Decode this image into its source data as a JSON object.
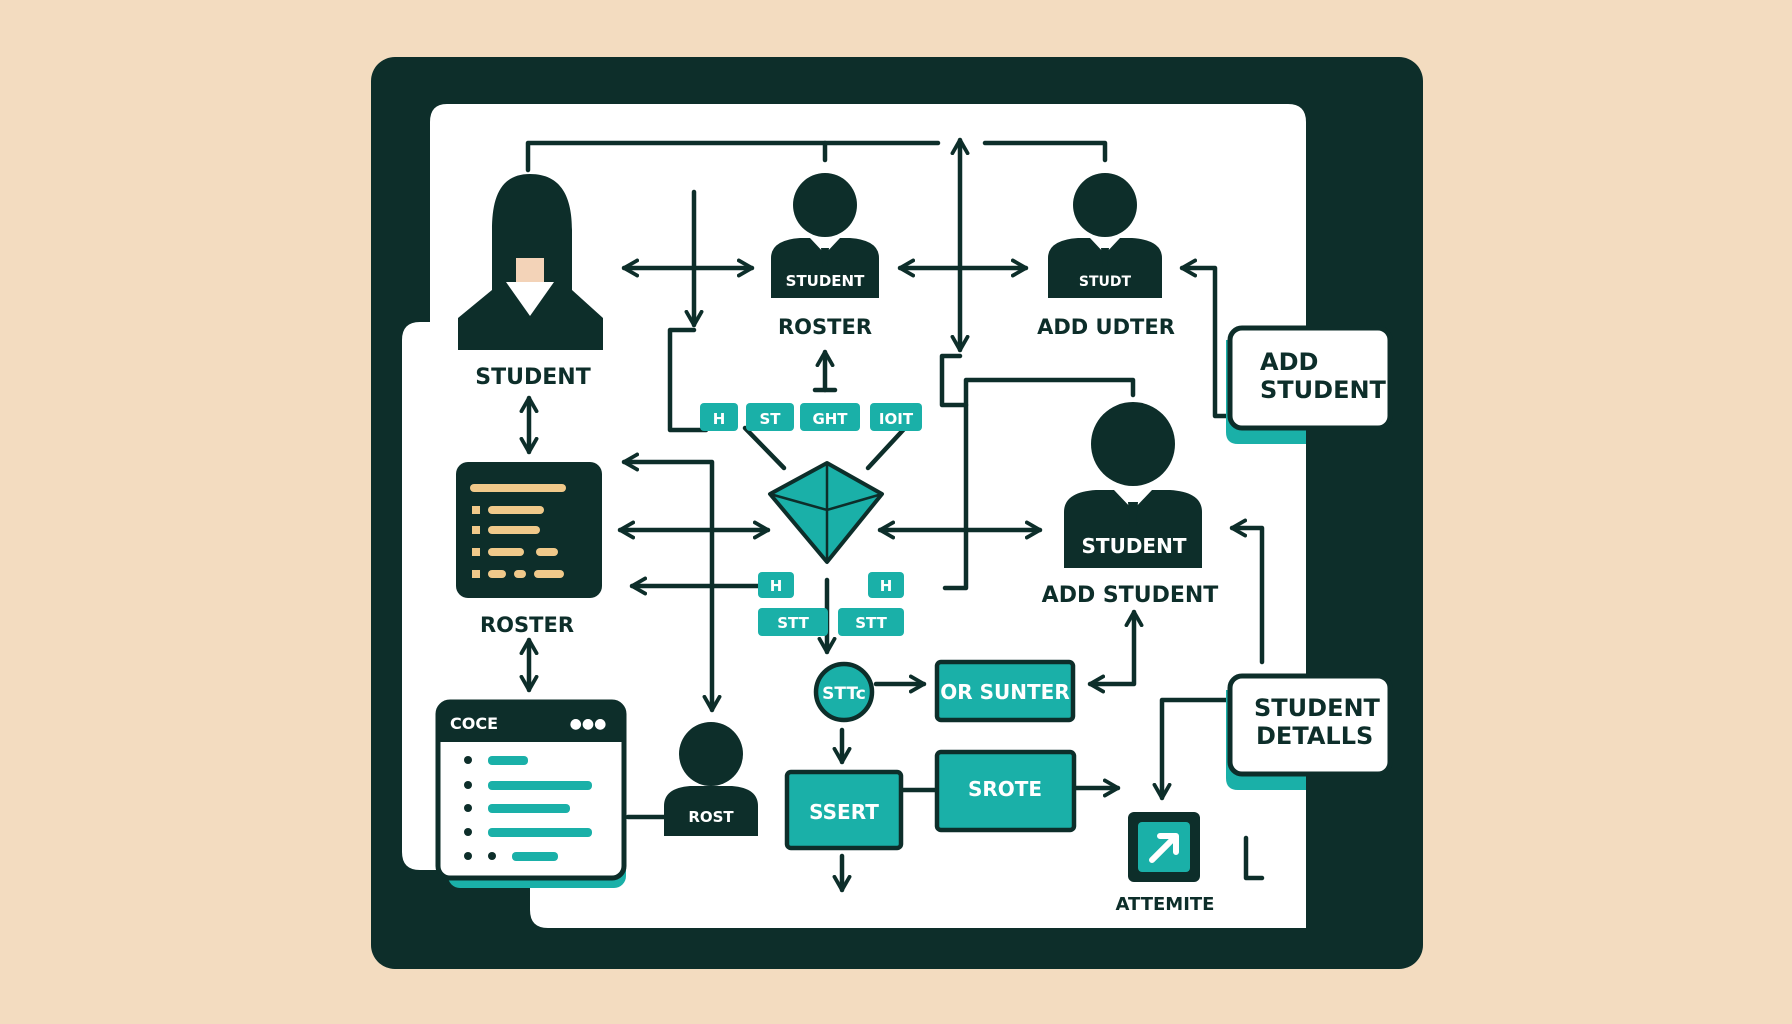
{
  "colors": {
    "background": "#f3dcc0",
    "frame": "#0d2e2a",
    "panel": "#ffffff",
    "accent": "#1ab0a8",
    "skin": "#f3d3b8",
    "code_line": "#f0c98a"
  },
  "nodes": {
    "student_female": {
      "label": "STUDENT",
      "icon": "female-person-icon"
    },
    "roster_top": {
      "badge": "STUDENT",
      "label": "ROSTER",
      "icon": "person-tie-icon"
    },
    "add_udter": {
      "badge": "STUDT",
      "label": "ADD UDTER",
      "icon": "person-tie-icon"
    },
    "student_right": {
      "badge": "STUDENT",
      "label": "ADD STUDENT",
      "icon": "person-tie-icon"
    },
    "roster_list": {
      "label": "ROSTER",
      "icon": "list-document-icon"
    },
    "code_window": {
      "title": "COCE",
      "dots": "●●●",
      "icon": "code-window-icon"
    },
    "rost_person": {
      "badge": "ROST",
      "icon": "person-icon"
    },
    "center_gem": {
      "icon": "gem-icon"
    }
  },
  "chips_top": [
    "H",
    "ST",
    "GHT",
    "IOIT"
  ],
  "chips_mid": [
    "H",
    "H"
  ],
  "chips_low": [
    "STT",
    "STT"
  ],
  "circle_node": "STTc",
  "boxes": {
    "or_sunter": "OR SUNTER",
    "ssert": "SSERT",
    "srote": "SROTE"
  },
  "side_cards": {
    "add_student": [
      "ADD",
      "STUDENT"
    ],
    "student_details": [
      "STUDENT",
      "DETALLS"
    ]
  },
  "attemite": {
    "label": "ATTEMITE",
    "icon": "arrow-up-right-icon"
  }
}
